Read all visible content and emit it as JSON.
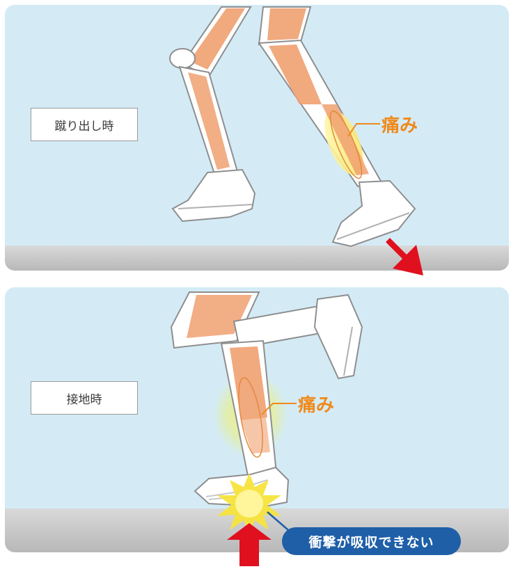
{
  "panels": {
    "kick": {
      "label": "蹴り出し時",
      "pain_label": "痛み"
    },
    "land": {
      "label": "接地時",
      "pain_label": "痛み"
    }
  },
  "impact_note": "衝撃が吸収できない",
  "colors": {
    "panel_bg": "#d4ebf6",
    "muscle": "#f0a070",
    "pain_text": "#ef8a1a",
    "arrow": "#e0101e",
    "badge": "#1f5fa8",
    "highlight": "#f8ee50"
  }
}
